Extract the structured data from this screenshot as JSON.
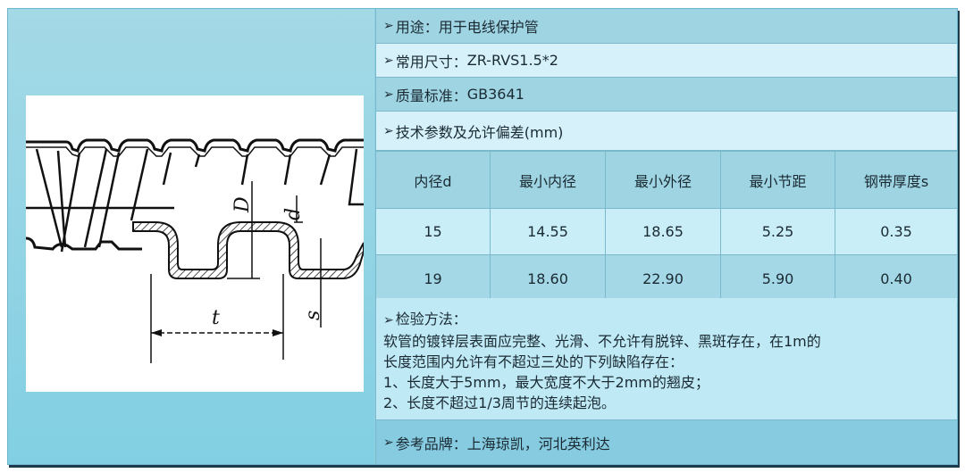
{
  "info_rows": {
    "usage": {
      "label": "用途：",
      "value": "用于电线保护管"
    },
    "common_size": {
      "label": "常用尺寸：",
      "value": "ZR-RVS1.5*2"
    },
    "quality_standard": {
      "label": "质量标准：",
      "value": "GB3641"
    },
    "tech_params": {
      "label": "技术参数及允许偏差(mm)"
    }
  },
  "bullet": "➢",
  "table": {
    "headers": [
      "内径d",
      "最小内径",
      "最小外径",
      "最小节距",
      "钢带厚度s"
    ],
    "rows": [
      [
        "15",
        "14.55",
        "18.65",
        "5.25",
        "0.35"
      ],
      [
        "19",
        "18.60",
        "22.90",
        "5.90",
        "0.40"
      ]
    ]
  },
  "inspection": {
    "title": "检验方法：",
    "lines": [
      "软管的镀锌层表面应完整、光滑、不允许有脱锌、黑斑存在，在1m的",
      "长度范围内允许有不超过三处的下列缺陷存在：",
      "1、长度大于5mm，最大宽度不大于2mm的翘皮；",
      "2、长度不超过1/3周节的连续起泡。"
    ]
  },
  "brands": {
    "label": "参考品牌：",
    "value": "上海琼凯，河北英利达"
  },
  "drawing": {
    "labels": {
      "outer_diameter": "D",
      "inner_diameter": "d",
      "pitch": "t",
      "thickness": "s"
    }
  },
  "colors": {
    "frame": "#8fd0e2",
    "row_dark": "#9fd4e3",
    "row_light": "#d6f1f9",
    "border": "#7ab9cc"
  }
}
